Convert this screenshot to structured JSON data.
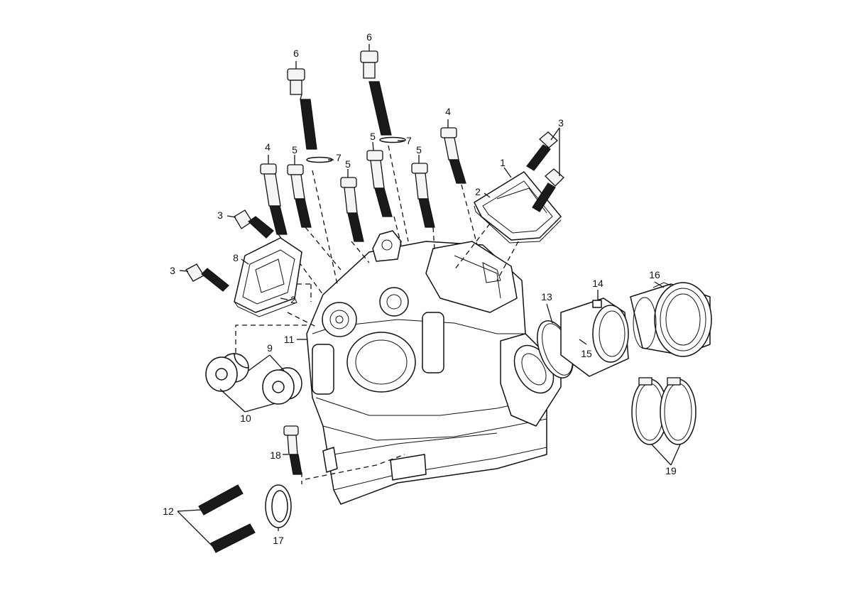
{
  "labels": {
    "n1": "1",
    "n2a": "2",
    "n2b": "2",
    "n3a": "3",
    "n3b": "3",
    "n3c": "3",
    "n4a": "4",
    "n4b": "4",
    "n5a": "5",
    "n5b": "5",
    "n5c": "5",
    "n5d": "5",
    "n6a": "6",
    "n6b": "6",
    "n7a": "7",
    "n7b": "7",
    "n8": "8",
    "n9": "9",
    "n10": "10",
    "n11": "11",
    "n12": "12",
    "n13": "13",
    "n14": "14",
    "n15": "15",
    "n16": "16",
    "n17": "17",
    "n18": "18",
    "n19": "19"
  },
  "colors": {
    "line": "#111111",
    "background": "#ffffff"
  }
}
